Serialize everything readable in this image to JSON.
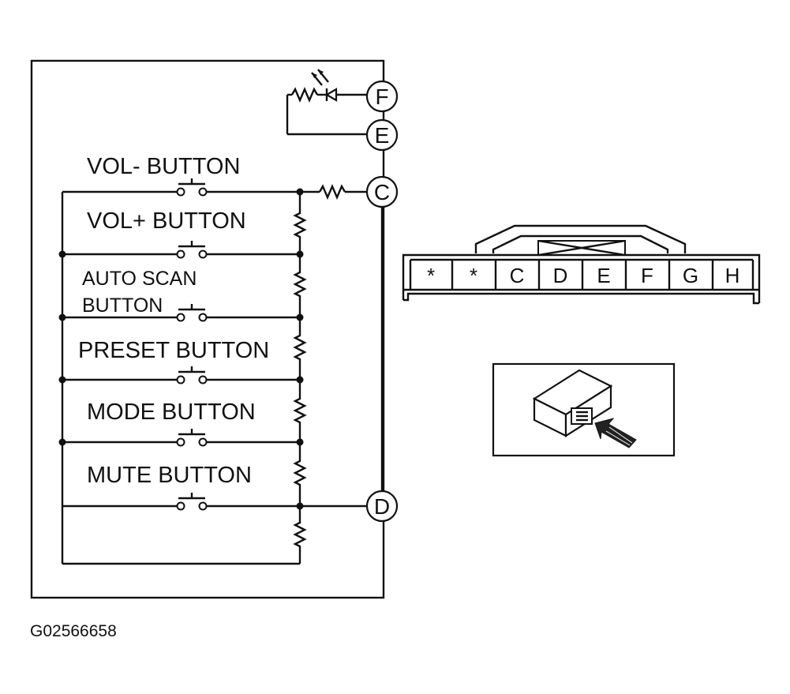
{
  "buttons": {
    "vol_minus": "VOL- BUTTON",
    "vol_plus": "VOL+ BUTTON",
    "auto_scan_1": "AUTO SCAN",
    "auto_scan_2": "BUTTON",
    "preset": "PRESET BUTTON",
    "mode": "MODE BUTTON",
    "mute": "MUTE BUTTON"
  },
  "terminals": {
    "f": "F",
    "e": "E",
    "c": "C",
    "d": "D"
  },
  "connector": {
    "pins": [
      "*",
      "*",
      "C",
      "D",
      "E",
      "F",
      "G",
      "H"
    ]
  },
  "figure_code": "G02566658"
}
